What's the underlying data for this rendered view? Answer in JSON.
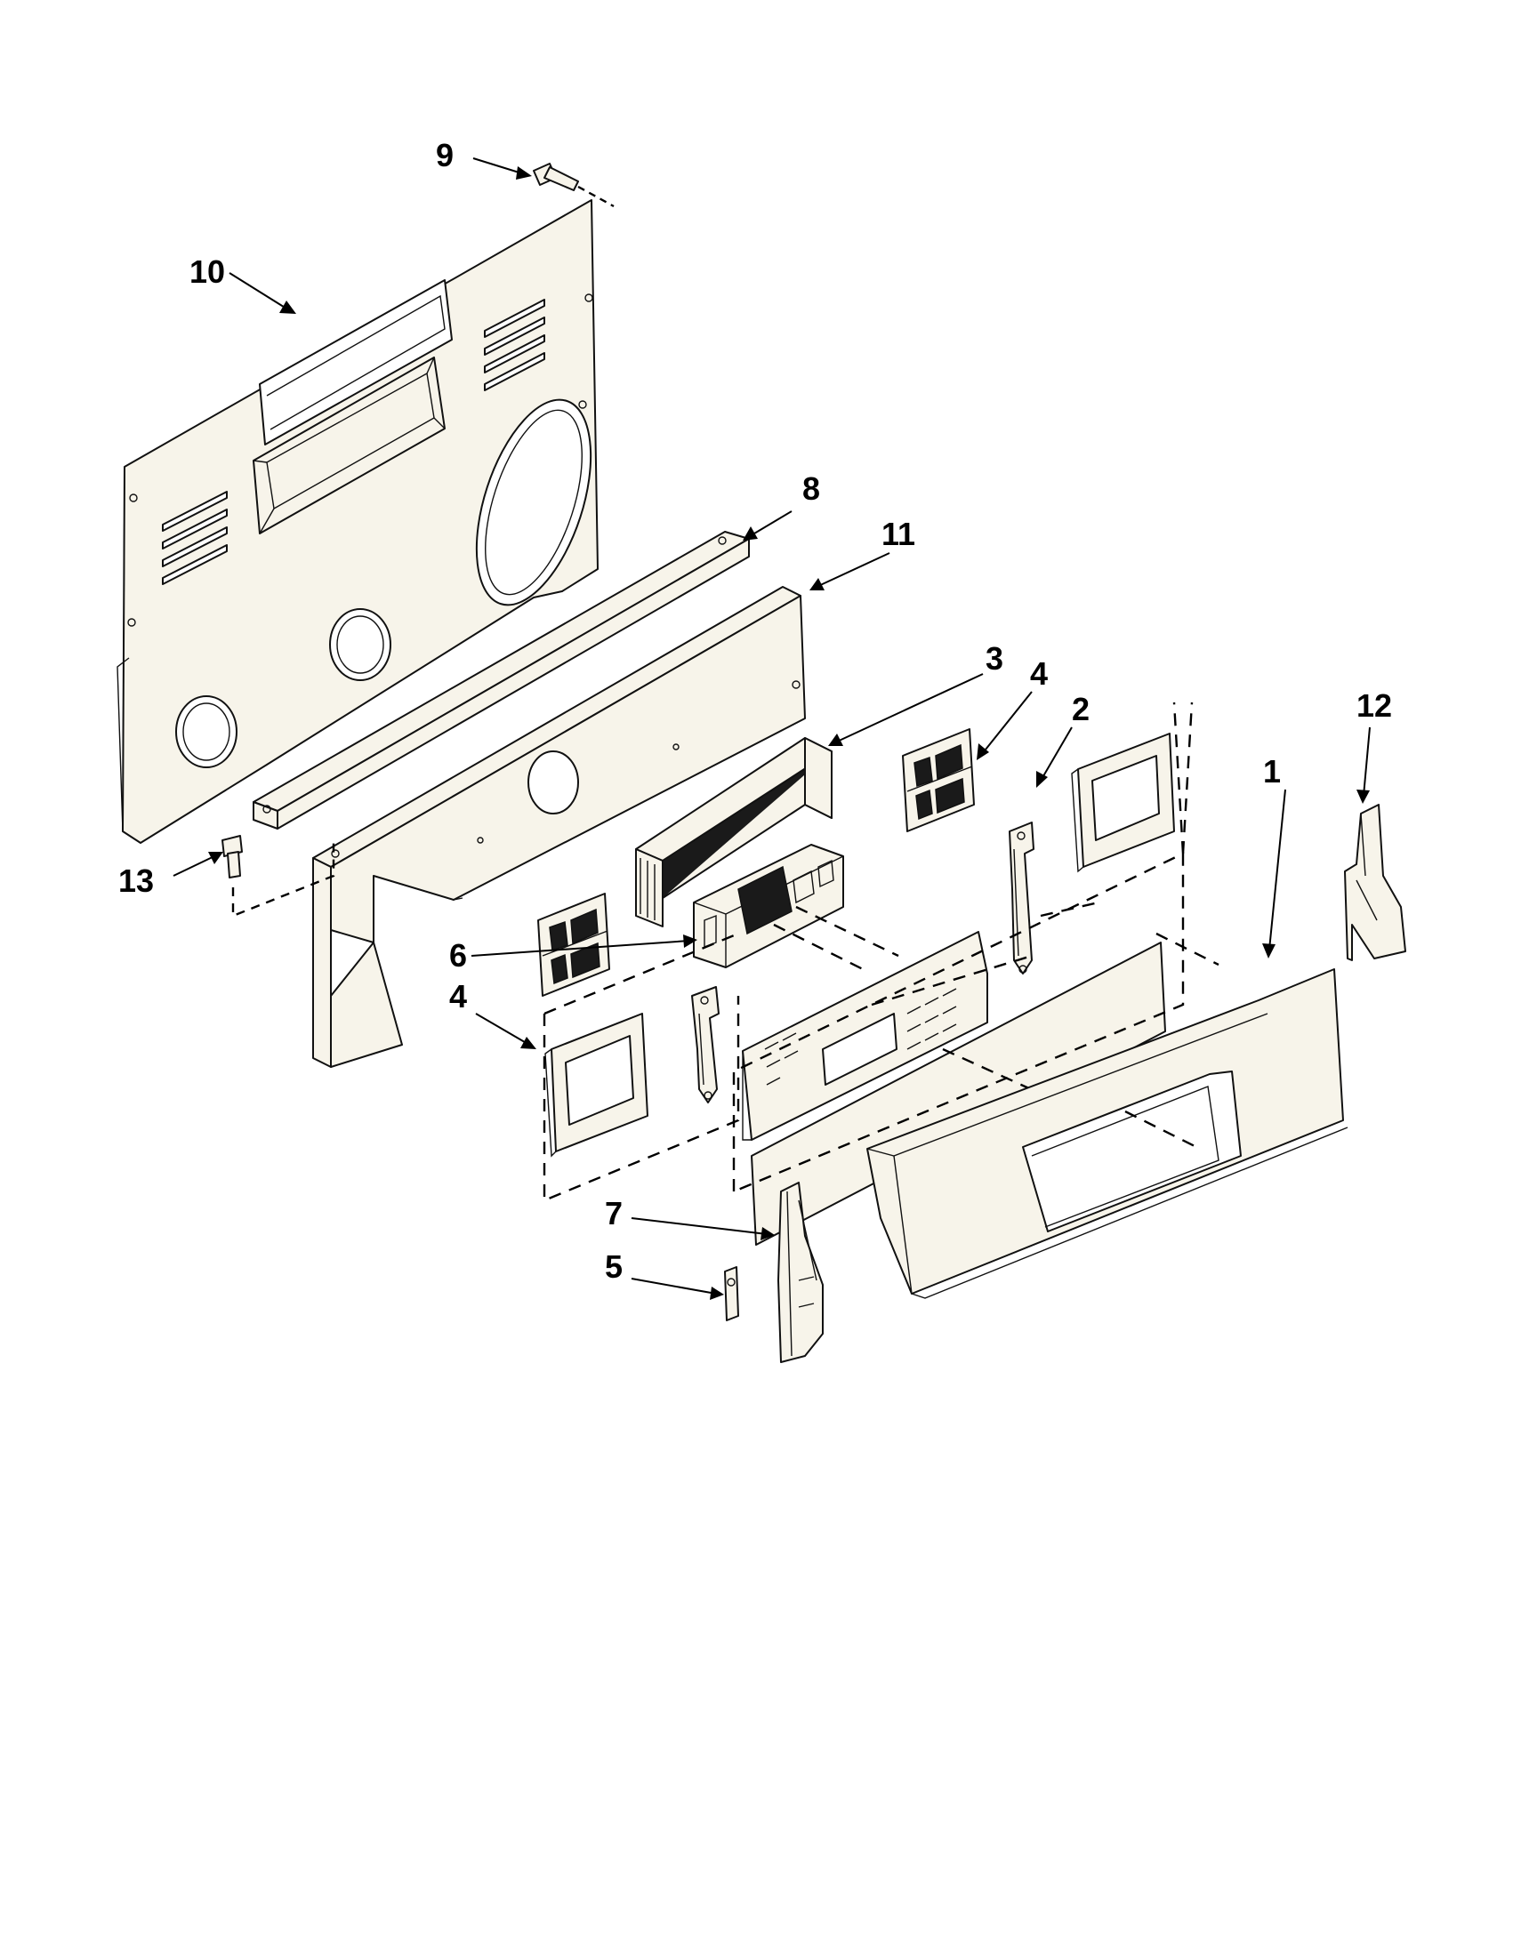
{
  "diagram": {
    "type": "exploded-parts-view",
    "callouts": {
      "c1": "1",
      "c2": "2",
      "c3": "3",
      "c4a": "4",
      "c4b": "4",
      "c5": "5",
      "c6": "6",
      "c7": "7",
      "c8": "8",
      "c9": "9",
      "c10": "10",
      "c11": "11",
      "c12": "12",
      "c13": "13"
    }
  },
  "colors": {
    "line": "#111111",
    "part_fill": "#f7f4ea",
    "background": "#ffffff"
  }
}
